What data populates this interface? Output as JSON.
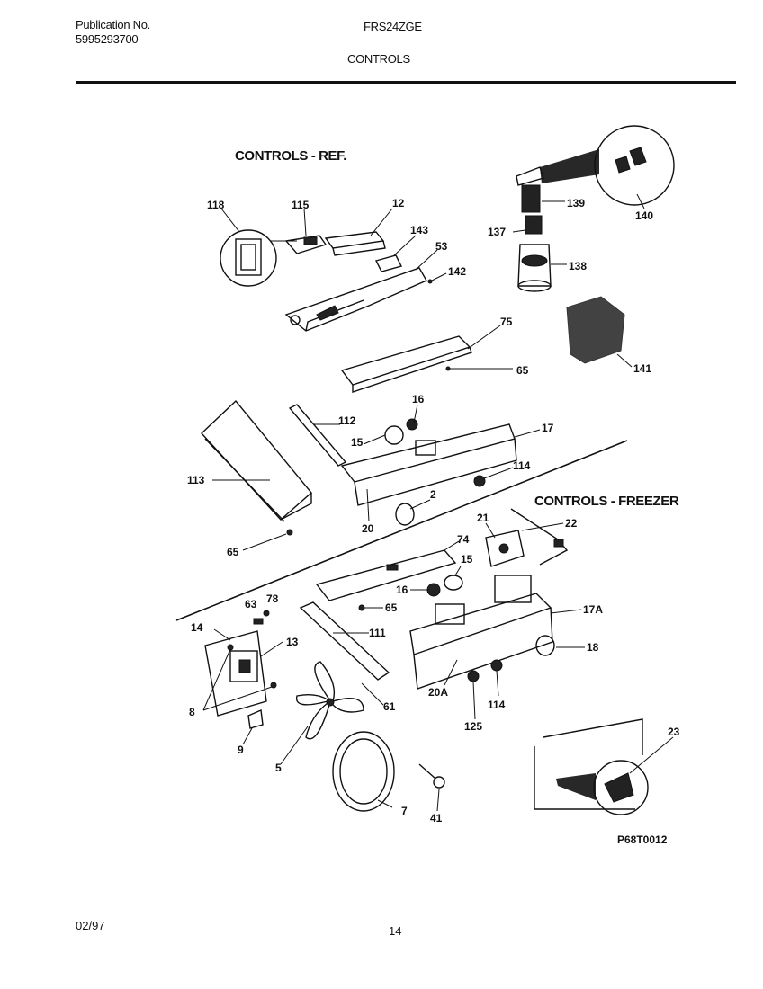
{
  "header": {
    "publication_label": "Publication No.",
    "publication_number": "5995293700",
    "model": "FRS24ZGE",
    "page_title": "CONTROLS"
  },
  "sections": {
    "ref_title": "CONTROLS - REF.",
    "freezer_title": "CONTROLS - FREEZER"
  },
  "callouts": {
    "c118": "118",
    "c115": "115",
    "c12": "12",
    "c143": "143",
    "c53": "53",
    "c142": "142",
    "c139": "139",
    "c140": "140",
    "c137": "137",
    "c138": "138",
    "c141": "141",
    "c75": "75",
    "c65a": "65",
    "c16a": "16",
    "c112": "112",
    "c17": "17",
    "c15a": "15",
    "c113": "113",
    "c114a": "114",
    "c2": "2",
    "c20": "20",
    "c65b": "65",
    "c21": "21",
    "c22": "22",
    "c74": "74",
    "c15b": "15",
    "c16b": "16",
    "c65c": "65",
    "c63": "63",
    "c78": "78",
    "c14": "14",
    "c13": "13",
    "c111": "111",
    "c17a": "17A",
    "c18": "18",
    "c8": "8",
    "c61": "61",
    "c20a": "20A",
    "c114b": "114",
    "c125": "125",
    "c9": "9",
    "c5": "5",
    "c23": "23",
    "c7": "7",
    "c41": "41"
  },
  "diagram_code": "P68T0012",
  "footer": {
    "date": "02/97",
    "page_number": "14"
  }
}
